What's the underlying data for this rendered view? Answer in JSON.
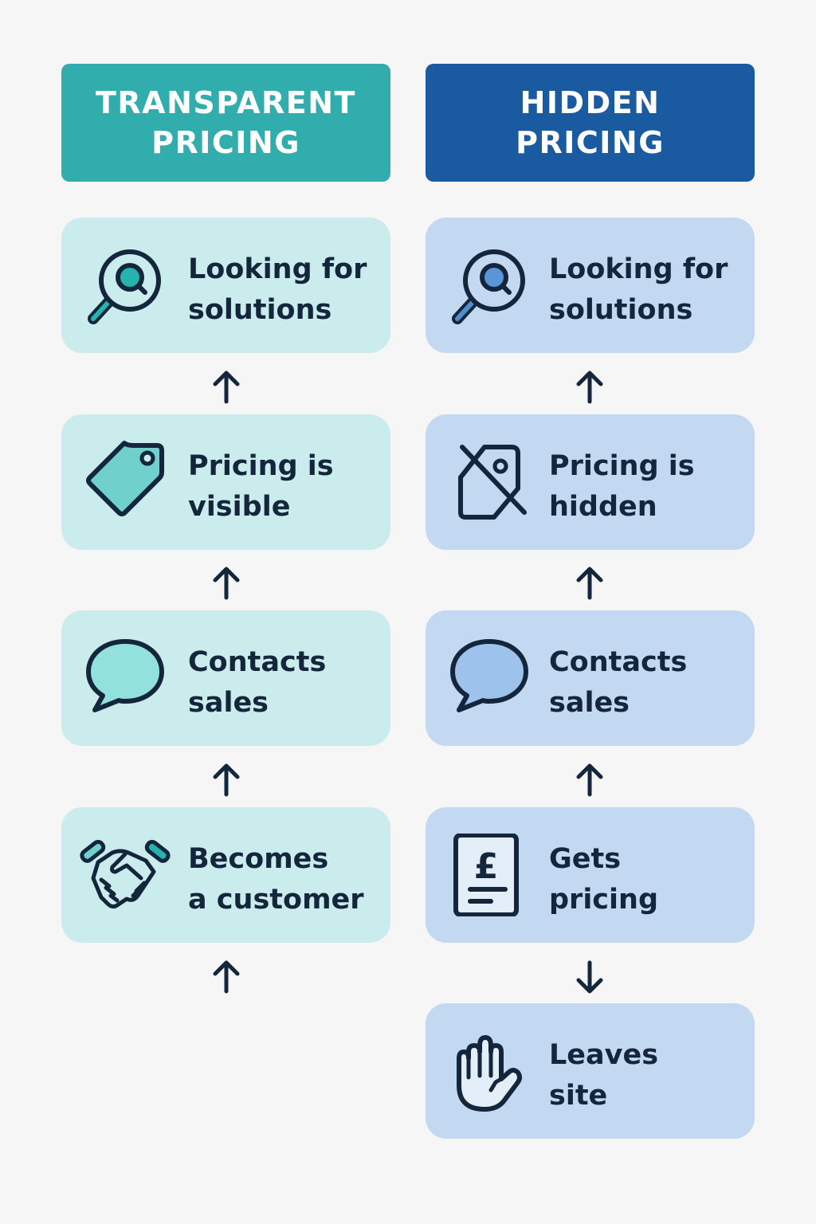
{
  "columns": {
    "transparent": {
      "title_line1": "TRANSPARENT",
      "title_line2": "PRICING",
      "color": "#32adad",
      "card_color": "#cbeced",
      "steps": [
        {
          "line1": "Looking for",
          "line2": "solutions",
          "icon": "magnifier-icon"
        },
        {
          "line1": "Pricing is",
          "line2": "visible",
          "icon": "price-tag-icon"
        },
        {
          "line1": "Contacts",
          "line2": "sales",
          "icon": "speech-bubble-icon"
        },
        {
          "line1": "Becomes",
          "line2": "a customer",
          "icon": "handshake-icon"
        }
      ],
      "arrows": [
        "up",
        "up",
        "up",
        "up"
      ]
    },
    "hidden": {
      "title_line1": "HIDDEN",
      "title_line2": "PRICING",
      "color": "#1a5aa0",
      "card_color": "#c3d8f1",
      "steps": [
        {
          "line1": "Looking for",
          "line2": "solutions",
          "icon": "magnifier-icon"
        },
        {
          "line1": "Pricing is",
          "line2": "hidden",
          "icon": "crossed-price-tag-icon"
        },
        {
          "line1": "Contacts",
          "line2": "sales",
          "icon": "speech-bubble-icon"
        },
        {
          "line1": "Gets",
          "line2": "pricing",
          "icon": "pound-invoice-icon"
        },
        {
          "line1": "Leaves",
          "line2": "site",
          "icon": "raised-hand-icon"
        }
      ],
      "arrows": [
        "up",
        "up",
        "up",
        "down"
      ]
    }
  },
  "colors": {
    "background": "#f6f6f6",
    "text_dark": "#14263b",
    "teal_accent": "#27b3ad",
    "blue_accent": "#4f8fd1"
  }
}
